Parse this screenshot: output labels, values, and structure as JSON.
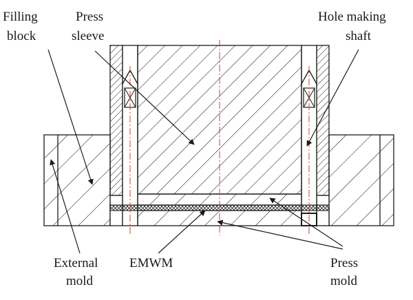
{
  "labels": {
    "filling_block_1": "Filling",
    "filling_block_2": "block",
    "press_sleeve_1": "Press",
    "press_sleeve_2": "sleeve",
    "hole_shaft_1": "Hole making",
    "hole_shaft_2": "shaft",
    "external_mold_1": "External",
    "external_mold_2": "mold",
    "emwm": "EMWM",
    "press_mold_1": "Press",
    "press_mold_2": "mold"
  },
  "colors": {
    "line": "#1a1a1a",
    "centerline": "#d0402a"
  }
}
